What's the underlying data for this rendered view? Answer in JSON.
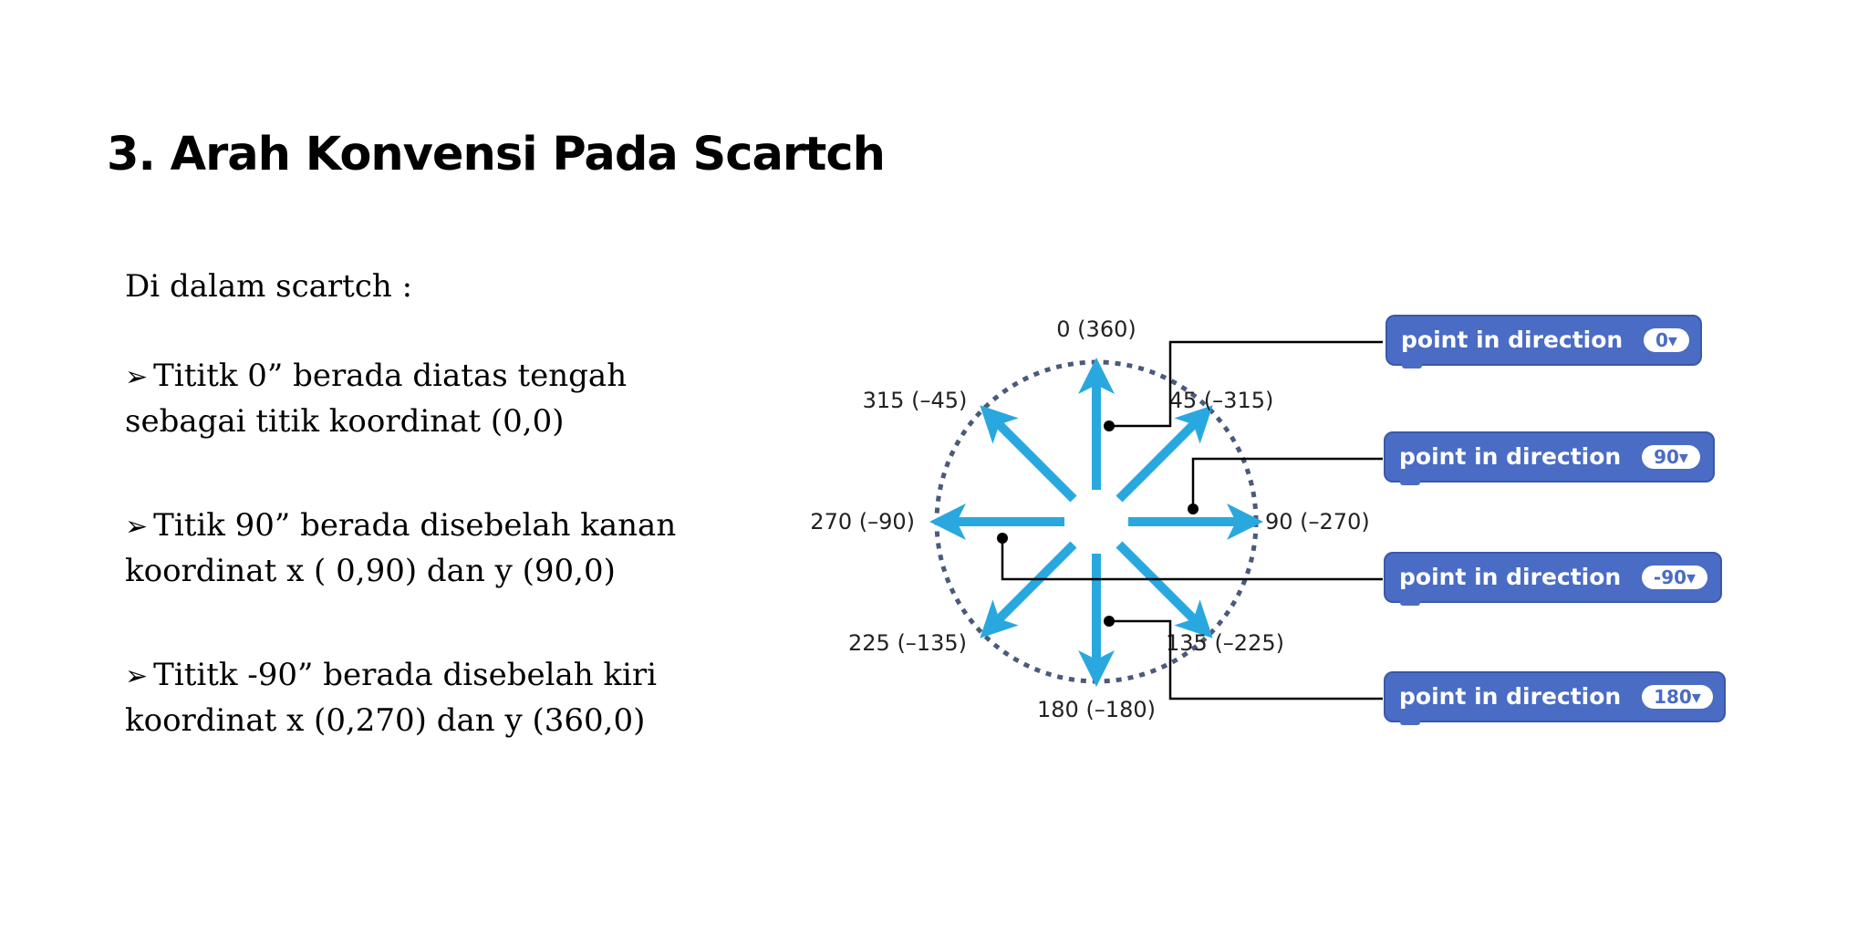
{
  "slide": {
    "title": "3. Arah Konvensi Pada Scartch",
    "intro": "Di dalam scartch :",
    "bullets": [
      {
        "marker": "➢",
        "text": "Tititk 0” berada diatas tengah sebagai titik koordinat (0,0)"
      },
      {
        "marker": "➢",
        "text": "Titik 90” berada disebelah kanan koordinat x ( 0,90) dan y (90,0)"
      },
      {
        "marker": "➢",
        "text": "Tititk -90” berada disebelah kiri koordinat x (0,270) dan y (360,0)"
      }
    ]
  },
  "diagram": {
    "direction_labels": {
      "n": "0 (360)",
      "ne": "45 (–315)",
      "e": "90 (–270)",
      "se": "135 (–225)",
      "s": "180 (–180)",
      "sw": "225 (–135)",
      "w": "270 (–90)",
      "nw": "315 (–45)"
    },
    "blocks": [
      {
        "label": "point in direction",
        "value": "0▾"
      },
      {
        "label": "point in direction",
        "value": "90▾"
      },
      {
        "label": "point in direction",
        "value": "-90▾"
      },
      {
        "label": "point in direction",
        "value": "180▾"
      }
    ],
    "colors": {
      "arrow": "#29a8e0",
      "circle": "#4a5a7a",
      "block": "#4a6cc4",
      "block_border": "#3a58a8",
      "connector": "#000000"
    }
  }
}
